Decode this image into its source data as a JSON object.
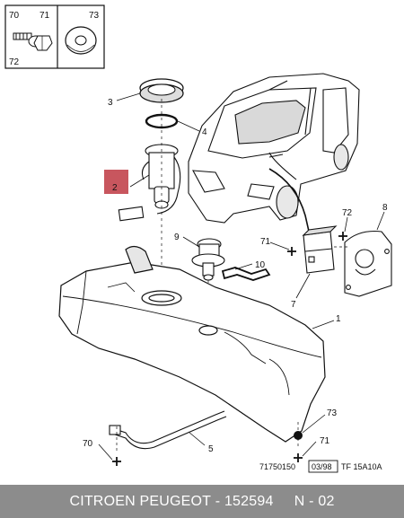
{
  "legend_box": {
    "labels": [
      "70",
      "71",
      "72",
      "73"
    ]
  },
  "callouts": {
    "c1": "1",
    "c2": "2",
    "c3": "3",
    "c4": "4",
    "c5": "5",
    "c7": "7",
    "c8": "8",
    "c9": "9",
    "c10": "10",
    "c70": "70",
    "c71a": "71",
    "c71b": "71",
    "c72": "72",
    "c73": "73"
  },
  "reference": {
    "part_number": "71750150",
    "date": "03/98",
    "code": "TF 15A10A"
  },
  "footer": {
    "brand": "CITROEN PEUGEOT",
    "separator": " - ",
    "part": "152594",
    "page": "N - 02"
  },
  "colors": {
    "highlight": "#c8565e",
    "footer_bg": "#8c8c8c"
  }
}
